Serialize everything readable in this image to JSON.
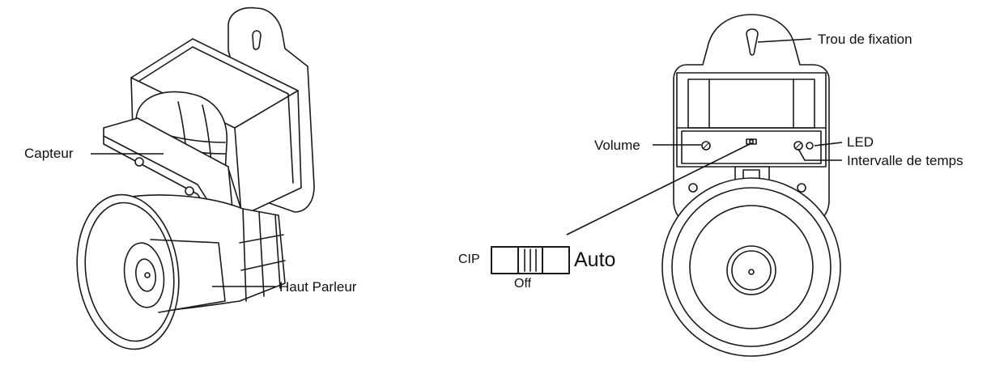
{
  "labels": {
    "capteur": "Capteur",
    "haut_parleur": "Haut Parleur",
    "trou_de_fixation": "Trou de fixation",
    "volume": "Volume",
    "led": "LED",
    "intervalle_de_temps": "Intervalle de temps",
    "switch_left": "CIP",
    "switch_right": "Auto",
    "switch_bottom": "Off"
  },
  "colors": {
    "ink": "#1a1a1a",
    "background": "#ffffff"
  }
}
